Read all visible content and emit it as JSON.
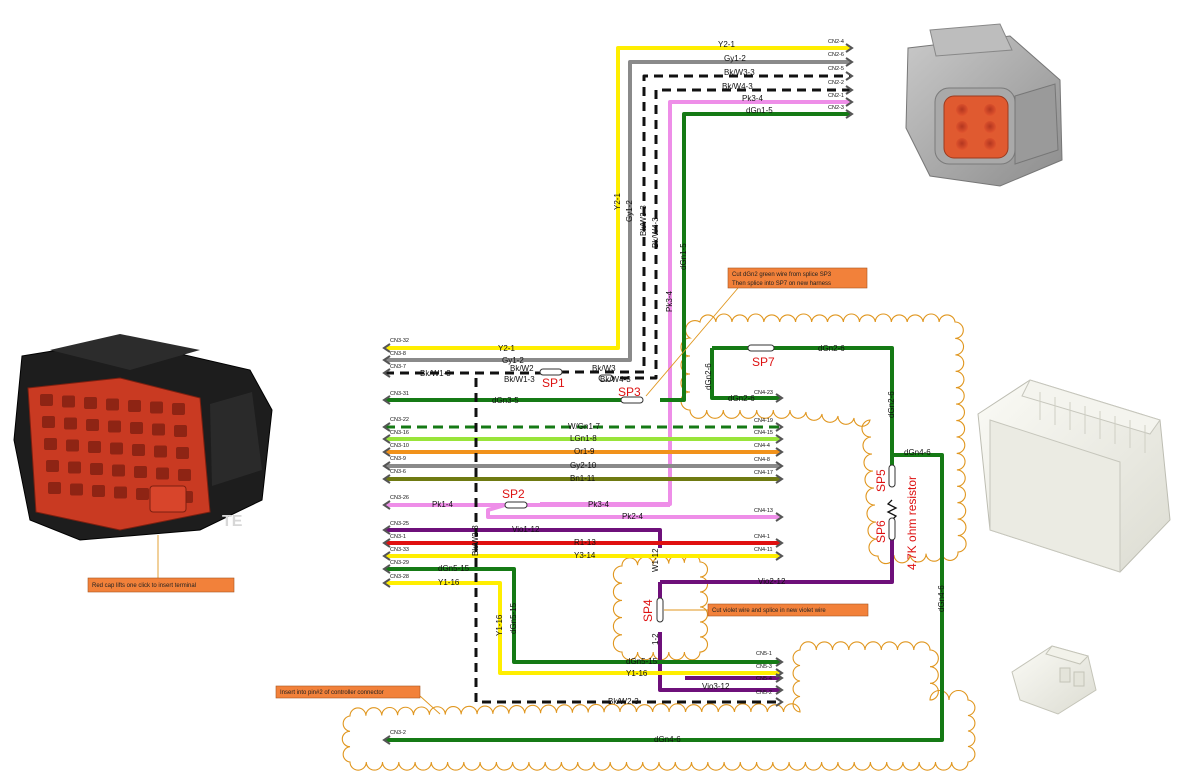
{
  "colors": {
    "yellow": "#ffee00",
    "grey": "#8a8a8a",
    "black": "#111111",
    "pink": "#ee8ee8",
    "green": "#157a15",
    "lightgreen": "#99e43a",
    "orange": "#f1921b",
    "brown": "#6f7a12",
    "violet": "#6e107a",
    "red": "#e01010",
    "callout": "#f2813a",
    "cloud": "#e0961e",
    "splice_label": "#dd1111"
  },
  "pins": {
    "cn2_4": "CN2-4",
    "cn2_6": "CN2-6",
    "cn2_5": "CN2-5",
    "cn2_2": "CN2-2",
    "cn2_1": "CN2-1",
    "cn2_3": "CN2-3",
    "cn3_32": "CN3-32",
    "cn3_8": "CN3-8",
    "cn3_7": "CN3-7",
    "cn3_31": "CN3-31",
    "cn3_22": "CN3-22",
    "cn3_16": "CN3-16",
    "cn3_10": "CN3-10",
    "cn3_9": "CN3-9",
    "cn3_6": "CN3-6",
    "cn3_26": "CN3-26",
    "cn3_25": "CN3-25",
    "cn3_1": "CN3-1",
    "cn3_33": "CN3-33",
    "cn3_29": "CN3-29",
    "cn3_28": "CN3-28",
    "cn3_2": "CN3-2",
    "cn4_23": "CN4-23",
    "cn4_19": "CN4-19",
    "cn4_15": "CN4-15",
    "cn4_4": "CN4-4",
    "cn4_8": "CN4-8",
    "cn4_17": "CN4-17",
    "cn4_13": "CN4-13",
    "cn4_1": "CN4-1",
    "cn4_11": "CN4-11",
    "cn5_1": "CN5-1",
    "cn5_3": "CN5-3",
    "cn5_4": "CN5-4",
    "cn5_2": "CN5-2"
  },
  "wires": {
    "y2_1": "Y2-1",
    "gy1_2": "Gy1-2",
    "bkw3_3": "Bk/W3-3",
    "bkw4_3": "Bk/W4-3",
    "pk3_4": "Pk3-4",
    "dgn1_5": "dGn1-5",
    "bkw1_3": "Bk/W1-3",
    "bkw2": "Bk/W2",
    "bkw3": "Bk/W3",
    "dgn3_5": "dGn3-5",
    "dgn2_6": "dGn2-6",
    "wgn1_7": "W/Gn1-7",
    "lgn1_8": "LGn1-8",
    "or1_9": "Or1-9",
    "gy2_10": "Gy2-10",
    "bn1_11": "Bn1-11",
    "pk1_4": "Pk1-4",
    "pk2_4": "Pk2-4",
    "vio1_12": "Vio1-12",
    "r1_13": "R1-13",
    "y3_14": "Y3-14",
    "dgn5_15": "dGn5-15",
    "y1_16": "Y1-16",
    "bkw2_3": "Bk/W2-3",
    "vio2_12": "Vio2-12",
    "vio3_12": "Vio3-12",
    "dgn4_6": "dGn4-6",
    "w1_12": "W1-12",
    "frag_12": "1-2"
  },
  "splices": {
    "sp1": "SP1",
    "sp2": "SP2",
    "sp3": "SP3",
    "sp4": "SP4",
    "sp5": "SP5",
    "sp6": "SP6",
    "sp7": "SP7"
  },
  "resistor_label": "4.7K ohm resistor",
  "callouts": {
    "cut_dgn2_line1": "Cut dGn2 green wire from splice SP3",
    "cut_dgn2_line2": "Then splice into SP7 on new harness",
    "cut_violet": "Cut violet wire and splice in new violet wire",
    "red_cap": "Red cap lifts one click to insert terminal",
    "insert_pin2": "Insert into pin#2 of controller connector"
  },
  "photos": {
    "dt_connector": "grey-6-pin-connector-photo",
    "ampseal_connector": "black-red-35-pin-connector-photo",
    "white_housing": "white-connector-housing-photo",
    "small_white_plug": "white-2-pin-plug-photo"
  },
  "watermark": "TE"
}
